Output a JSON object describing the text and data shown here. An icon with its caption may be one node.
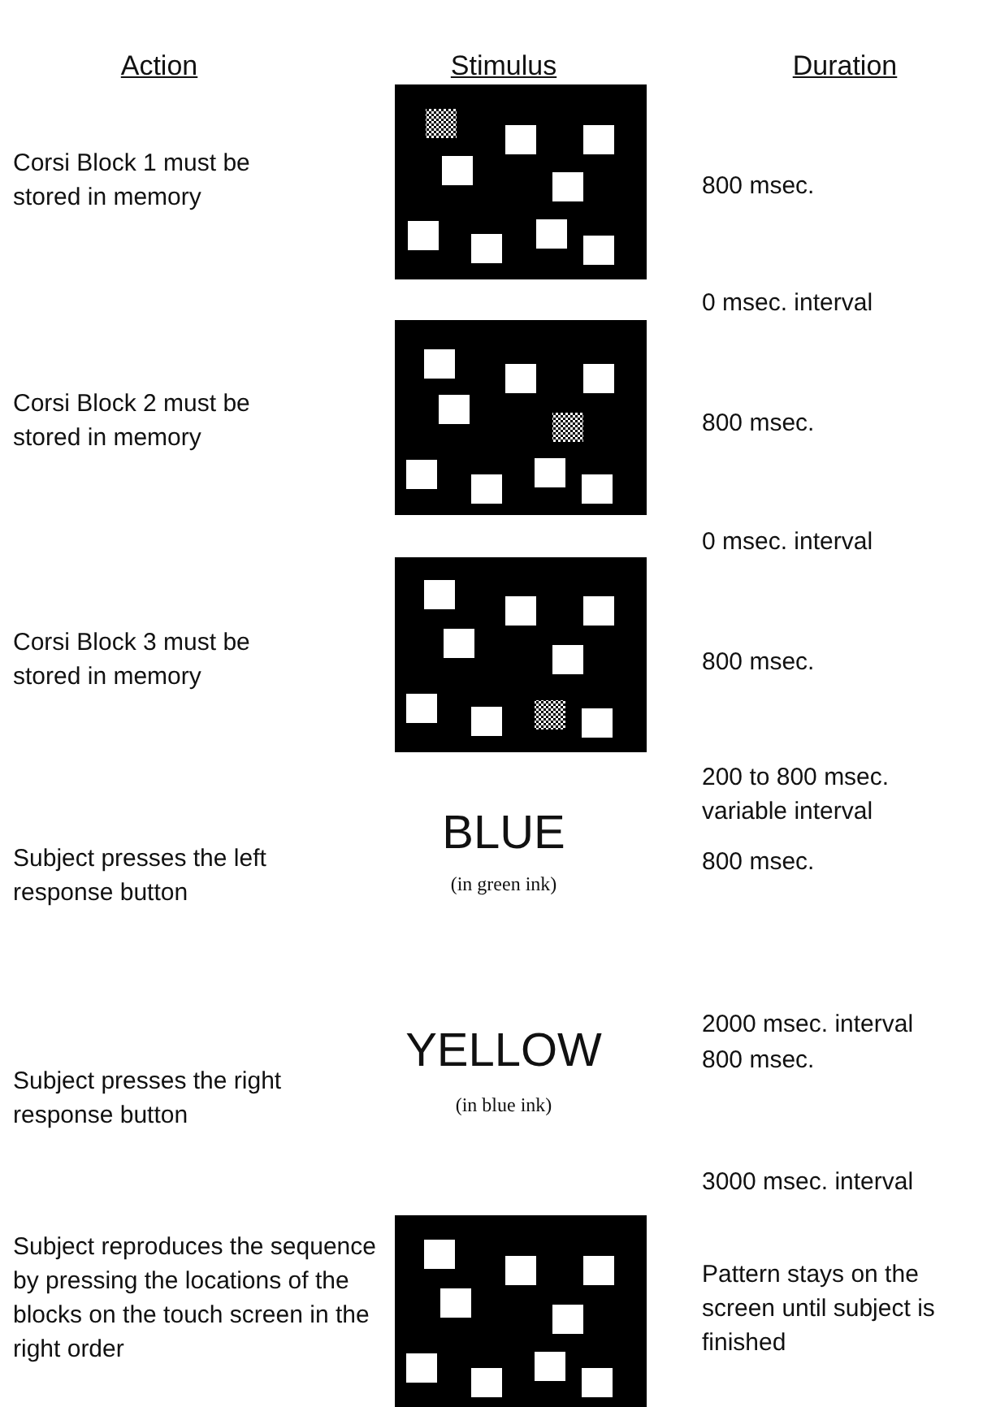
{
  "diagram": {
    "labels": [
      "Action",
      "Stimulus",
      "Duration",
      "Corsi Block 1 must be stored in memory",
      "800 msec.",
      "0 msec. interval",
      "Corsi Block 2 must be stored in memory",
      "800 msec.",
      "0 msec. interval",
      "Corsi Block 3 must be stored in memory",
      "800 msec.",
      "200 to 800 msec. variable interval",
      "800 msec.",
      "Subject presses the left response button",
      "BLUE",
      "(in green ink)",
      "2000 msec. interval",
      "800 msec.",
      "Subject presses the right response button",
      "YELLOW",
      "(in blue ink)",
      "3000 msec. interval",
      "Subject reproduces the sequence by pressing the locations of the blocks on the touch screen in the right order",
      "Pattern stays on the screen until subject is finished"
    ]
  }
}
